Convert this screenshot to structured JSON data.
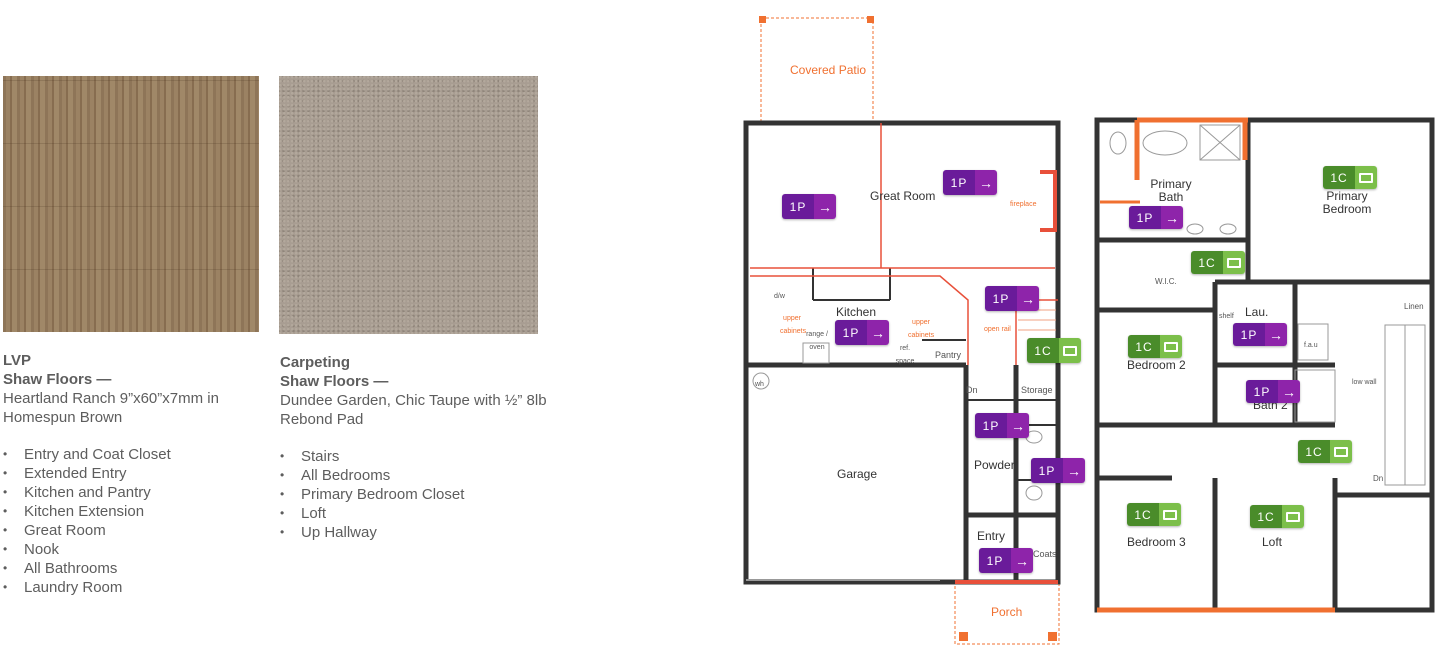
{
  "lvp": {
    "title": "LVP",
    "brand": "Shaw Floors —",
    "desc": "Heartland Ranch 9”x60”x7mm in Homespun Brown",
    "rooms": [
      "Entry and Coat Closet",
      "Extended Entry",
      "Kitchen and Pantry",
      "Kitchen Extension",
      "Great Room",
      "Nook",
      "All Bathrooms",
      "Laundry Room"
    ]
  },
  "carpet": {
    "title": "Carpeting",
    "brand": "Shaw Floors —",
    "desc": "Dundee Garden, Chic Taupe with ½” 8lb Rebond Pad",
    "rooms": [
      "Stairs",
      "All Bedrooms",
      "Primary Bedroom Closet",
      "Loft",
      "Up Hallway"
    ]
  },
  "first_floor": {
    "covered_patio": "Covered Patio",
    "great_room": "Great Room",
    "fireplace": "fireplace",
    "kitchen": "Kitchen",
    "dw": "d/w",
    "upper_cabinets": "upper cabinets",
    "range": "range / oven",
    "ref": "ref. space",
    "pantry": "Pantry",
    "open_rail": "open rail",
    "wh": "wh",
    "dn": "Dn",
    "storage": "Storage",
    "garage": "Garage",
    "powder": "Powder",
    "entry": "Entry",
    "coats": "Coats",
    "porch": "Porch"
  },
  "second_floor": {
    "primary_bath": "Primary Bath",
    "primary_bedroom": "Primary Bedroom",
    "wic": "W.I.C.",
    "linen": "Linen",
    "laundry": "Lau.",
    "shelf": "shelf",
    "fau": "f.a.u",
    "bedroom2": "Bedroom 2",
    "bath2": "Bath 2",
    "low_wall": "low wall",
    "dn": "Dn",
    "bedroom3": "Bedroom 3",
    "loft": "Loft"
  },
  "badges": {
    "lvp_label": "1P",
    "carpet_label": "1C",
    "lvp_icon": "arrow-right-icon",
    "carpet_icon": "carpet-icon"
  },
  "colors": {
    "lvp_badge": "#6a1b9a",
    "carpet_badge": "#4a8c2a",
    "highlight": "#f07030"
  }
}
